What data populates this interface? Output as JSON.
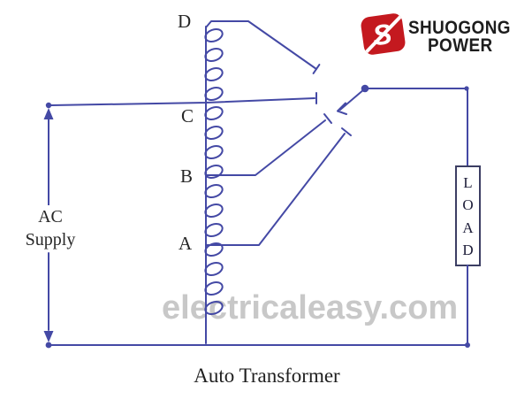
{
  "logo": {
    "brand_line1": "SHUOGONG",
    "brand_line2": "POWER",
    "badge_letter": "S",
    "badge_color": "#c4191f",
    "text_color": "#1d1d1d"
  },
  "diagram": {
    "title": "Auto Transformer",
    "watermark": "electricaleasy.com",
    "supply_label_line1": "AC",
    "supply_label_line2": "Supply",
    "tap_labels": {
      "d": "D",
      "c": "C",
      "b": "B",
      "a": "A"
    },
    "load_label_letters": [
      "L",
      "O",
      "A",
      "D"
    ],
    "wire_color": "#4449a5",
    "label_color": "#262626",
    "watermark_color": "#c8c8c8"
  }
}
